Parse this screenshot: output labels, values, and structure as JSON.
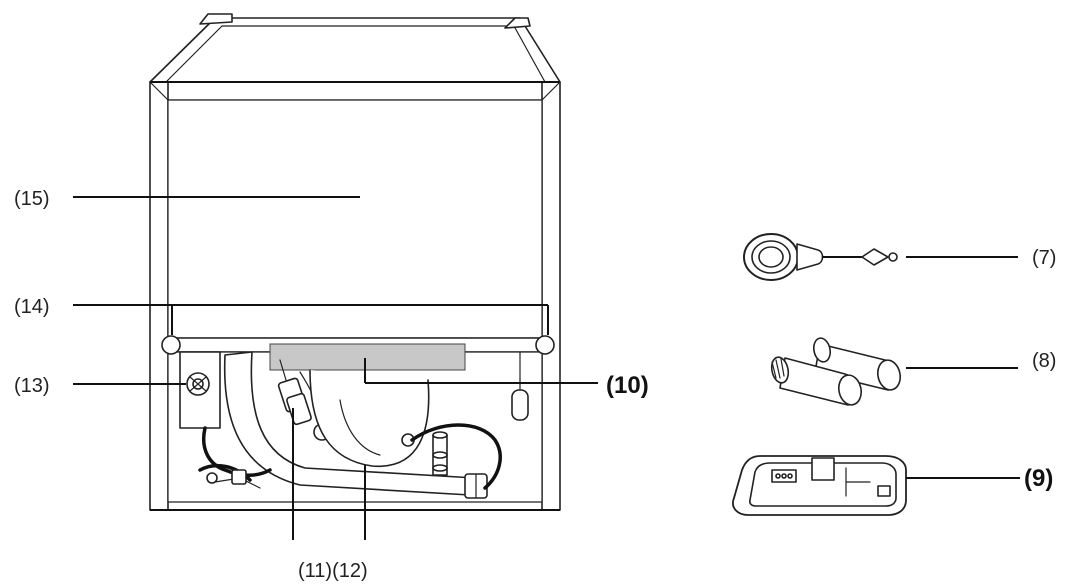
{
  "labels": {
    "l15": "(15)",
    "l14": "(14)",
    "l13": "(13)",
    "l10": "(10)",
    "l1112": "(11)(12)",
    "l7": "(7)",
    "l8": "(8)",
    "l9": "(9)"
  },
  "colors": {
    "line": "#111111",
    "label_plate": "#c8c8c8",
    "background": "#ffffff"
  }
}
